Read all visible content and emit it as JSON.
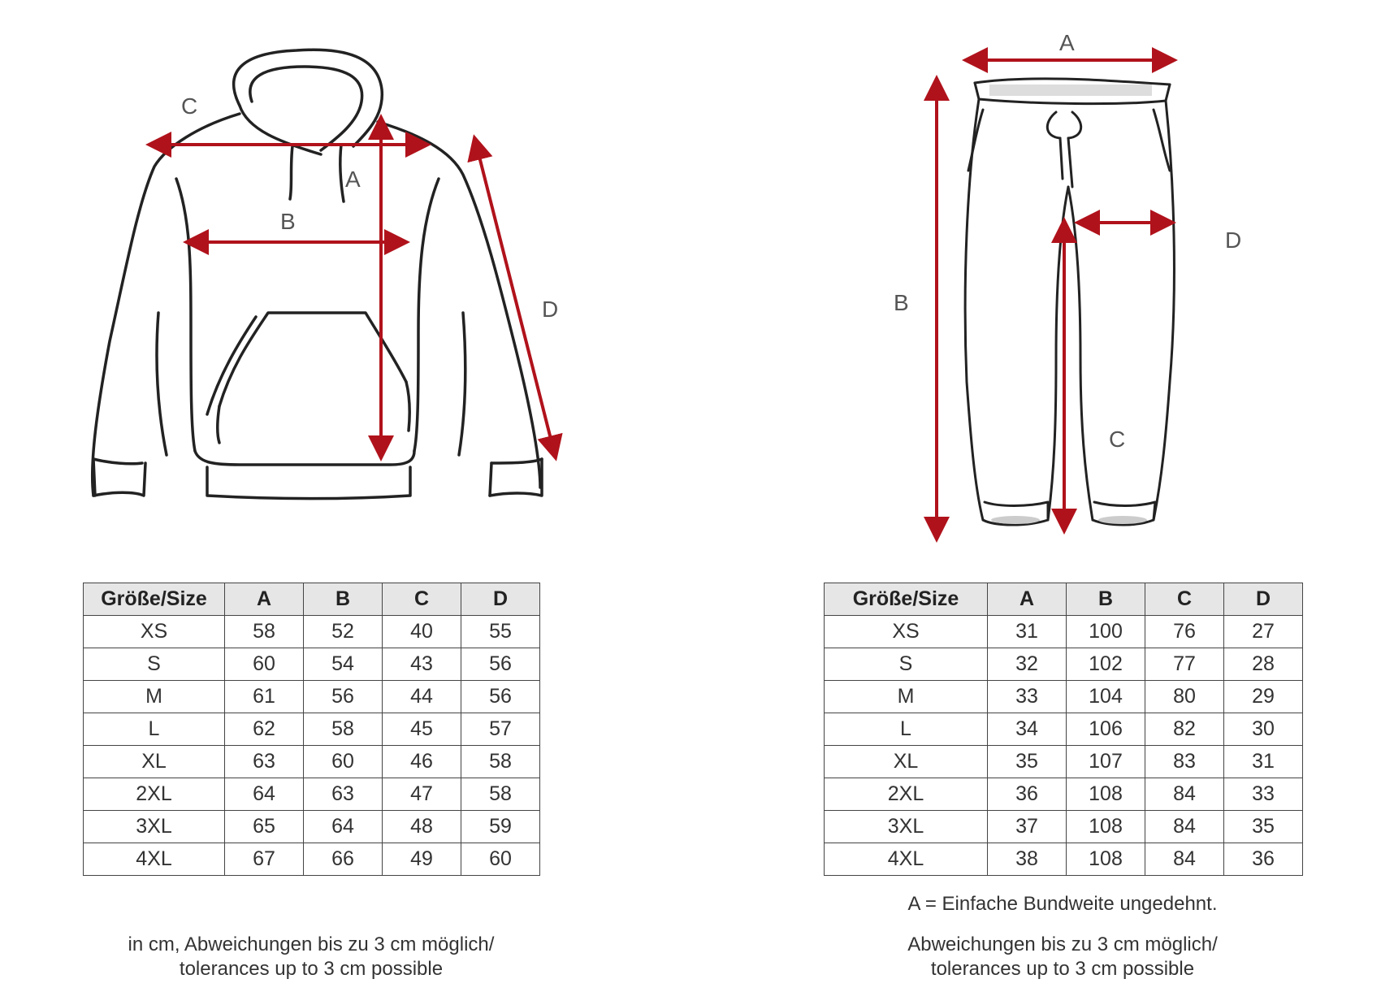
{
  "hoodie": {
    "diagram_labels": {
      "a": "A",
      "b": "B",
      "c": "C",
      "d": "D"
    },
    "table": {
      "headers": [
        "Größe/Size",
        "A",
        "B",
        "C",
        "D"
      ],
      "rows": [
        [
          "XS",
          "58",
          "52",
          "40",
          "55"
        ],
        [
          "S",
          "60",
          "54",
          "43",
          "56"
        ],
        [
          "M",
          "61",
          "56",
          "44",
          "56"
        ],
        [
          "L",
          "62",
          "58",
          "45",
          "57"
        ],
        [
          "XL",
          "63",
          "60",
          "46",
          "58"
        ],
        [
          "2XL",
          "64",
          "63",
          "47",
          "58"
        ],
        [
          "3XL",
          "65",
          "64",
          "48",
          "59"
        ],
        [
          "4XL",
          "67",
          "66",
          "49",
          "60"
        ]
      ]
    },
    "note_line1": "in cm, Abweichungen bis zu 3 cm möglich/",
    "note_line2": "tolerances up to 3 cm possible"
  },
  "pants": {
    "diagram_labels": {
      "a": "A",
      "b": "B",
      "c": "C",
      "d": "D"
    },
    "table": {
      "headers": [
        "Größe/Size",
        "A",
        "B",
        "C",
        "D"
      ],
      "rows": [
        [
          "XS",
          "31",
          "100",
          "76",
          "27"
        ],
        [
          "S",
          "32",
          "102",
          "77",
          "28"
        ],
        [
          "M",
          "33",
          "104",
          "80",
          "29"
        ],
        [
          "L",
          "34",
          "106",
          "82",
          "30"
        ],
        [
          "XL",
          "35",
          "107",
          "83",
          "31"
        ],
        [
          "2XL",
          "36",
          "108",
          "84",
          "33"
        ],
        [
          "3XL",
          "37",
          "108",
          "84",
          "35"
        ],
        [
          "4XL",
          "38",
          "108",
          "84",
          "36"
        ]
      ]
    },
    "note_a": "A = Einfache Bundweite ungedehnt.",
    "note_line1": "Abweichungen bis zu 3 cm möglich/",
    "note_line2": "tolerances up to 3 cm possible"
  },
  "colors": {
    "arrow": "#b0121b",
    "outline": "#222222",
    "header_bg": "#e6e6e6"
  },
  "icons": [
    "hoodie-outline-icon",
    "pants-outline-icon"
  ]
}
